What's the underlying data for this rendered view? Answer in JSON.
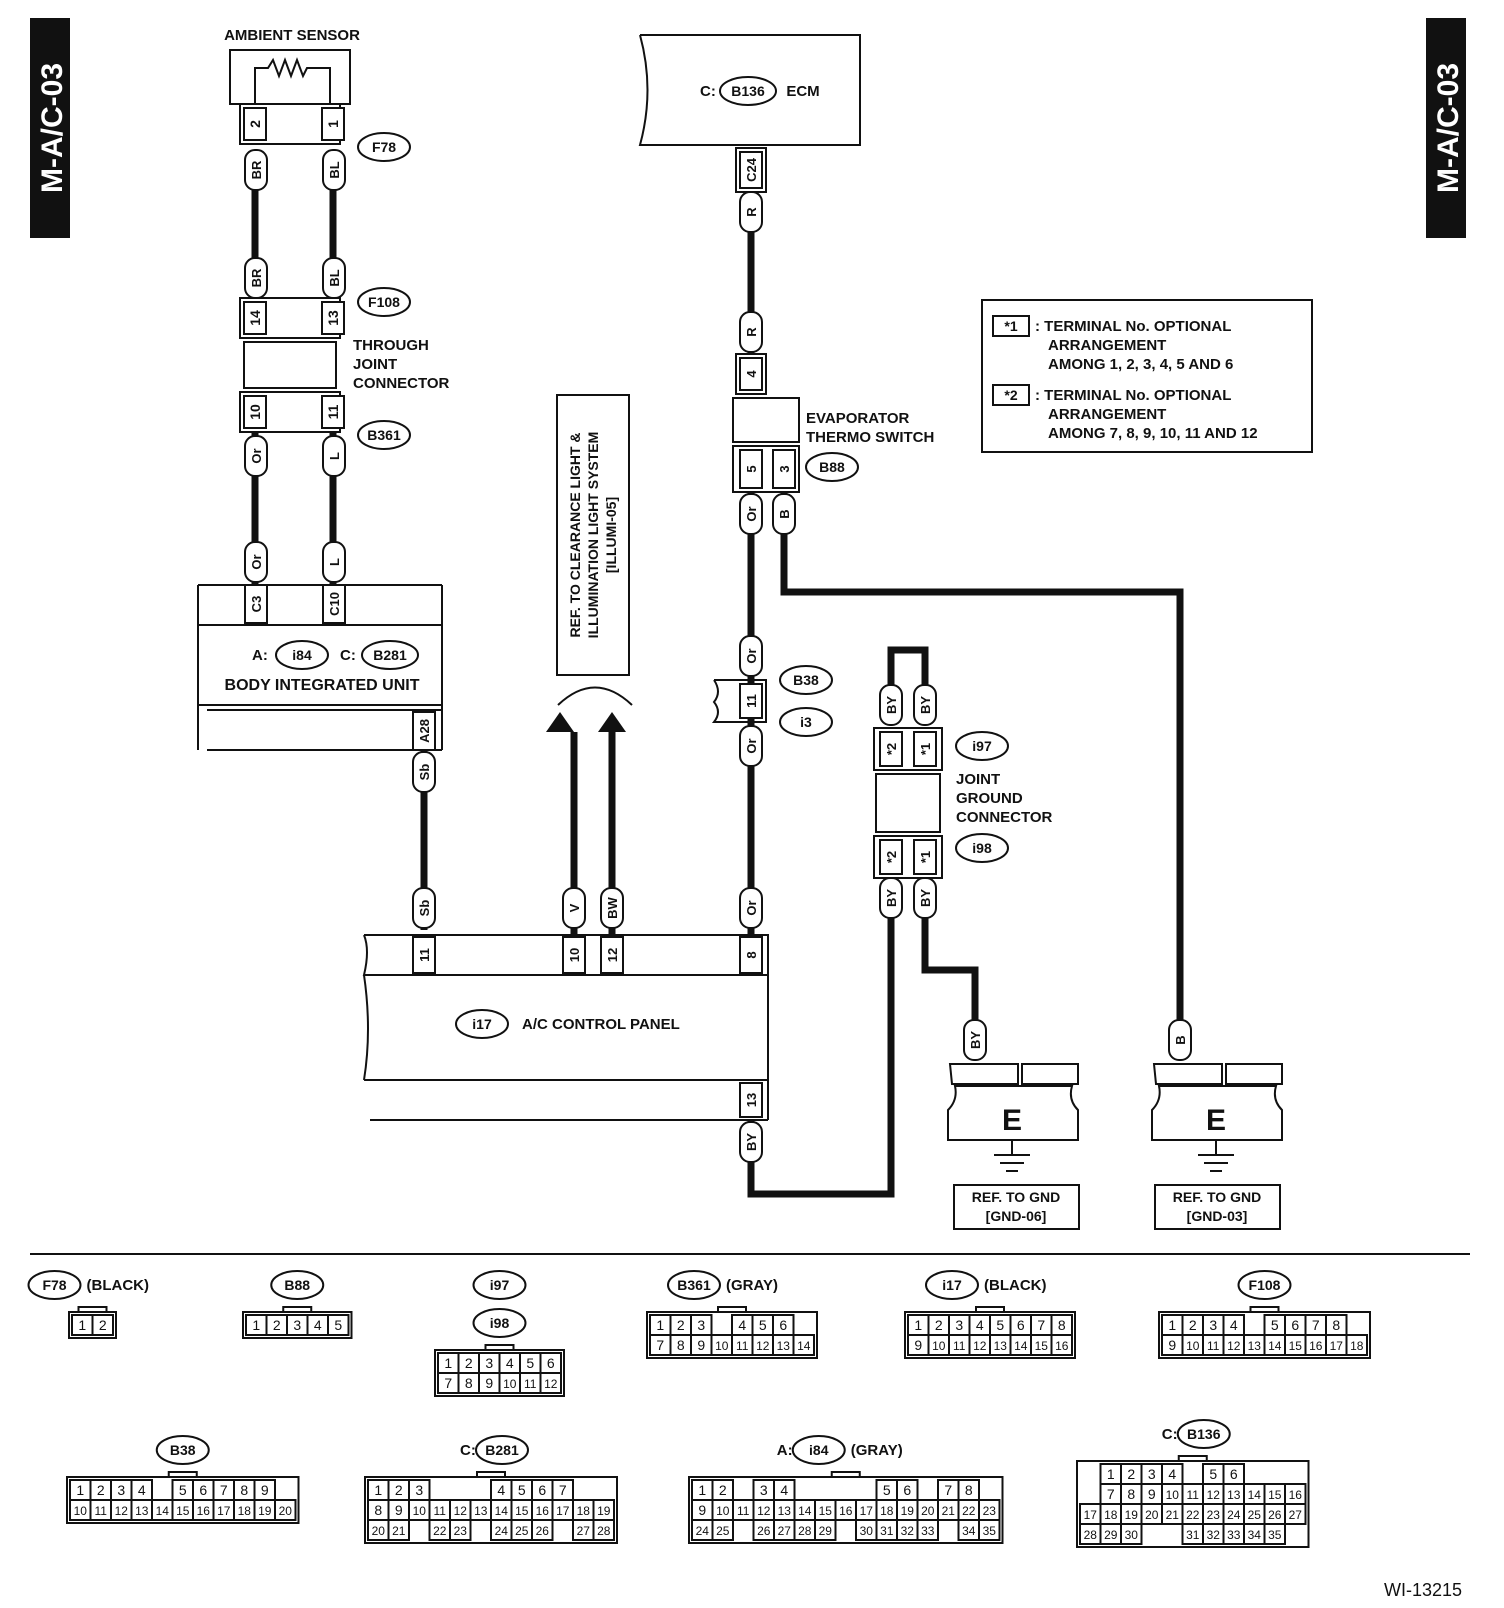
{
  "page_tag": "M-A/C-03",
  "figure_id": "WI-13215",
  "components": {
    "ambient_sensor": "AMBIENT SENSOR",
    "ecm": {
      "prefix": "C:",
      "code": "B136",
      "name": "ECM"
    },
    "through_joint": "THROUGH\nJOINT\nCONNECTOR",
    "evap_switch": "EVAPORATOR\nTHERMO SWITCH",
    "body_unit": {
      "a_prefix": "A:",
      "a_code": "i84",
      "c_prefix": "C:",
      "c_code": "B281",
      "name": "BODY INTEGRATED UNIT"
    },
    "ac_panel": {
      "code": "i17",
      "name": "A/C CONTROL PANEL"
    },
    "joint_ground": "JOINT\nGROUND\nCONNECTOR",
    "ref_illum": "REF. TO CLEARANCE LIGHT &\nILLUMINATION LIGHT SYSTEM\n[ILLUMI-05]",
    "ground_e": "E",
    "ref_gnd06": "REF. TO GND\n[GND-06]",
    "ref_gnd03": "REF. TO GND\n[GND-03]"
  },
  "connector_tags": {
    "f78": "F78",
    "f108": "F108",
    "b361": "B361",
    "b88": "B88",
    "b38": "B38",
    "i3": "i3",
    "i97": "i97",
    "i98": "i98"
  },
  "terminals": {
    "amb2": "2",
    "amb1": "1",
    "f108_14": "14",
    "f108_13": "13",
    "b361_10": "10",
    "b361_11": "11",
    "c3": "C3",
    "c10": "C10",
    "a28": "A28",
    "c24": "C24",
    "evap4": "4",
    "evap5": "5",
    "evap3": "3",
    "b38_11": "11",
    "j1": "*1",
    "j2": "*2",
    "p11": "11",
    "p10": "10",
    "p12": "12",
    "p8": "8",
    "p13": "13"
  },
  "wires": {
    "br": "BR",
    "bl": "BL",
    "or": "Or",
    "l": "L",
    "sb": "Sb",
    "r": "R",
    "b": "B",
    "by": "BY",
    "v": "V",
    "bw": "BW"
  },
  "notes": [
    {
      "key": "*1",
      "text": ": TERMINAL No. OPTIONAL\nARRANGEMENT\nAMONG 1, 2, 3, 4, 5 AND 6"
    },
    {
      "key": "*2",
      "text": ": TERMINAL No. OPTIONAL\nARRANGEMENT\nAMONG 7, 8, 9, 10, 11 AND 12"
    }
  ],
  "connector_views": [
    {
      "id": "F78",
      "prefix": "",
      "color": "(BLACK)",
      "rows": [
        [
          "1",
          "2"
        ]
      ]
    },
    {
      "id": "B88",
      "prefix": "",
      "color": "",
      "rows": [
        [
          "1",
          "2",
          "3",
          "4",
          "5"
        ]
      ]
    },
    {
      "id": "i97",
      "id2": "i98",
      "prefix": "",
      "color": "",
      "rows": [
        [
          "1",
          "2",
          "3",
          "4",
          "5",
          "6"
        ],
        [
          "7",
          "8",
          "9",
          "10",
          "11",
          "12"
        ]
      ]
    },
    {
      "id": "B361",
      "prefix": "",
      "color": "(GRAY)",
      "rows": [
        [
          "1",
          "2",
          "3",
          "",
          "4",
          "5",
          "6"
        ],
        [
          "7",
          "8",
          "9",
          "10",
          "11",
          "12",
          "13",
          "14"
        ]
      ]
    },
    {
      "id": "i17",
      "prefix": "",
      "color": "(BLACK)",
      "rows": [
        [
          "1",
          "2",
          "3",
          "4",
          "5",
          "6",
          "7",
          "8"
        ],
        [
          "9",
          "10",
          "11",
          "12",
          "13",
          "14",
          "15",
          "16"
        ]
      ]
    },
    {
      "id": "F108",
      "prefix": "",
      "color": "",
      "rows": [
        [
          "1",
          "2",
          "3",
          "4",
          "",
          "5",
          "6",
          "7",
          "8"
        ],
        [
          "9",
          "10",
          "11",
          "12",
          "13",
          "14",
          "15",
          "16",
          "17",
          "18"
        ]
      ]
    },
    {
      "id": "B38",
      "prefix": "",
      "color": "",
      "rows": [
        [
          "1",
          "2",
          "3",
          "4",
          "",
          "5",
          "6",
          "7",
          "8",
          "9"
        ],
        [
          "10",
          "11",
          "12",
          "13",
          "14",
          "15",
          "16",
          "17",
          "18",
          "19",
          "20"
        ]
      ]
    },
    {
      "id": "B281",
      "prefix": "C:",
      "color": "",
      "rows": [
        [
          "1",
          "2",
          "3",
          "",
          "",
          "",
          "4",
          "5",
          "6",
          "7"
        ],
        [
          "8",
          "9",
          "10",
          "11",
          "12",
          "13",
          "14",
          "15",
          "16",
          "17",
          "18",
          "19"
        ],
        [
          "20",
          "21",
          "",
          "22",
          "23",
          "",
          "24",
          "25",
          "26",
          "",
          "27",
          "28"
        ]
      ]
    },
    {
      "id": "i84",
      "prefix": "A:",
      "color": "(GRAY)",
      "rows": [
        [
          "1",
          "2",
          "",
          "3",
          "4",
          "",
          "",
          "",
          "",
          "5",
          "6",
          "",
          "7",
          "8"
        ],
        [
          "9",
          "10",
          "11",
          "12",
          "13",
          "14",
          "15",
          "16",
          "17",
          "18",
          "19",
          "20",
          "21",
          "22",
          "23"
        ],
        [
          "24",
          "25",
          "",
          "26",
          "27",
          "28",
          "29",
          "",
          "30",
          "31",
          "32",
          "33",
          "",
          "34",
          "35"
        ]
      ]
    },
    {
      "id": "B136",
      "prefix": "C:",
      "color": "",
      "rows": [
        [
          "",
          "1",
          "2",
          "3",
          "4",
          "",
          "5",
          "6"
        ],
        [
          "",
          "7",
          "8",
          "9",
          "10",
          "11",
          "12",
          "13",
          "14",
          "15",
          "16"
        ],
        [
          "17",
          "18",
          "19",
          "20",
          "21",
          "22",
          "23",
          "24",
          "25",
          "26",
          "27"
        ],
        [
          "28",
          "29",
          "30",
          "",
          "",
          "31",
          "32",
          "33",
          "34",
          "35"
        ]
      ]
    }
  ]
}
